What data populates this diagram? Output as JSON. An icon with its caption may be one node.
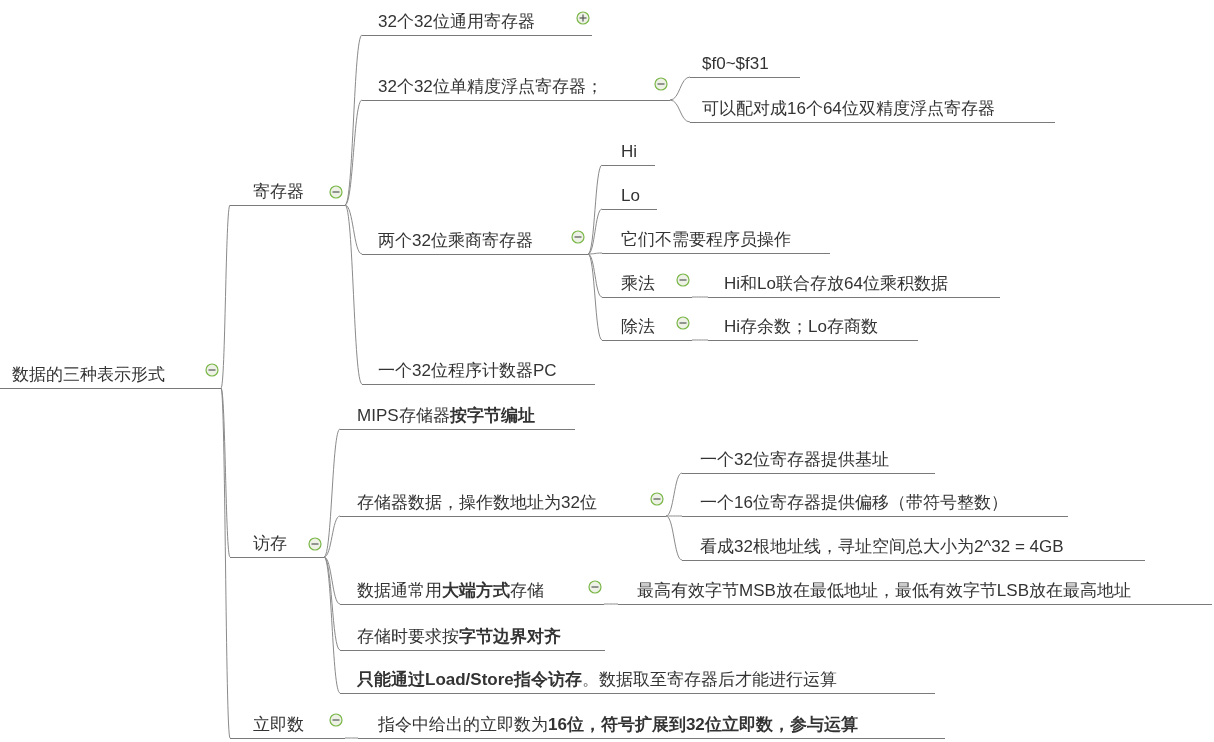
{
  "diagram": {
    "nodes": [
      {
        "text": [
          "数据的三种表示形式"
        ]
      },
      {
        "text": [
          "寄存器"
        ]
      },
      {
        "text": [
          "32个32位通用寄存器"
        ]
      },
      {
        "text": [
          "32个32位单精度浮点寄存器；"
        ]
      },
      {
        "text": [
          "$f0~$f31"
        ]
      },
      {
        "text": [
          "可以配对成16个64位双精度浮点寄存器"
        ]
      },
      {
        "text": [
          "两个32位乘商寄存器"
        ]
      },
      {
        "text": [
          "Hi"
        ]
      },
      {
        "text": [
          "Lo"
        ]
      },
      {
        "text": [
          "它们不需要程序员操作"
        ]
      },
      {
        "text": [
          "乘法"
        ]
      },
      {
        "text": [
          "Hi和Lo联合存放64位乘积数据"
        ]
      },
      {
        "text": [
          "除法"
        ]
      },
      {
        "text": [
          "Hi存余数；Lo存商数"
        ]
      },
      {
        "text": [
          "一个32位程序计数器PC"
        ]
      },
      {
        "text": [
          "访存"
        ]
      },
      {
        "text": [
          "MIPS存储器**按字节编址**"
        ]
      },
      {
        "text": [
          "存储器数据，操作数地址为32位"
        ]
      },
      {
        "text": [
          "一个32位寄存器提供基址"
        ]
      },
      {
        "text": [
          "一个16位寄存器提供偏移（带符号整数）"
        ]
      },
      {
        "text": [
          "看成32根地址线，寻址空间总大小为2^32 = 4GB"
        ]
      },
      {
        "text": [
          "数据通常用**大端方式**存储"
        ]
      },
      {
        "text": [
          "最高有效字节MSB放在最低地址，最低有效字节LSB放在最高地址"
        ]
      },
      {
        "text": [
          "存储时要求按**字节边界对齐**"
        ]
      },
      {
        "text": [
          "**只能通过Load/Store指令访存**。数据取至寄存器后才能进行运算"
        ]
      },
      {
        "text": [
          "立即数"
        ]
      },
      {
        "text": [
          "指令中给出的立即数为**16位，符号扩展到32位立即数，参与运算**"
        ]
      }
    ],
    "edges": [
      {
        "from": 0,
        "to": 1,
        "arrow": "none"
      },
      {
        "from": 1,
        "to": 2,
        "arrow": "none"
      },
      {
        "from": 1,
        "to": 3,
        "arrow": "none"
      },
      {
        "from": 3,
        "to": 4,
        "arrow": "none"
      },
      {
        "from": 3,
        "to": 5,
        "arrow": "none"
      },
      {
        "from": 1,
        "to": 6,
        "arrow": "none"
      },
      {
        "from": 6,
        "to": 7,
        "arrow": "none"
      },
      {
        "from": 6,
        "to": 8,
        "arrow": "none"
      },
      {
        "from": 6,
        "to": 9,
        "arrow": "none"
      },
      {
        "from": 6,
        "to": 10,
        "arrow": "none"
      },
      {
        "from": 10,
        "to": 11,
        "arrow": "none"
      },
      {
        "from": 6,
        "to": 12,
        "arrow": "none"
      },
      {
        "from": 12,
        "to": 13,
        "arrow": "none"
      },
      {
        "from": 1,
        "to": 14,
        "arrow": "none"
      },
      {
        "from": 0,
        "to": 15,
        "arrow": "none"
      },
      {
        "from": 15,
        "to": 16,
        "arrow": "none"
      },
      {
        "from": 15,
        "to": 17,
        "arrow": "none"
      },
      {
        "from": 17,
        "to": 18,
        "arrow": "none"
      },
      {
        "from": 17,
        "to": 19,
        "arrow": "none"
      },
      {
        "from": 17,
        "to": 20,
        "arrow": "none"
      },
      {
        "from": 15,
        "to": 21,
        "arrow": "none"
      },
      {
        "from": 21,
        "to": 22,
        "arrow": "none"
      },
      {
        "from": 15,
        "to": 23,
        "arrow": "none"
      },
      {
        "from": 15,
        "to": 24,
        "arrow": "none"
      },
      {
        "from": 0,
        "to": 25,
        "arrow": "none"
      },
      {
        "from": 25,
        "to": 26,
        "arrow": "none"
      }
    ]
  }
}
